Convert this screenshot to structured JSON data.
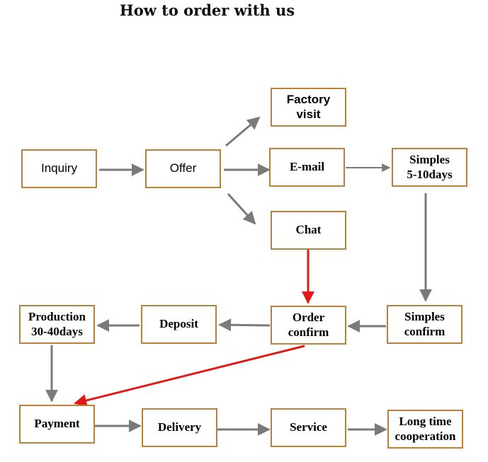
{
  "title": "How to order with us",
  "nodes": {
    "inquiry": "Inquiry",
    "offer": "Offer",
    "factory_visit": "Factory\nvisit",
    "email": "E-mail",
    "simples_days": "Simples\n5-10days",
    "chat": "Chat",
    "order_confirm": "Order\nconfirm",
    "simples_confirm": "Simples\nconfirm",
    "deposit": "Deposit",
    "production": "Production\n30-40days",
    "payment": "Payment",
    "delivery": "Delivery",
    "service": "Service",
    "long_time": "Long time\ncooperation"
  },
  "colors": {
    "box_border": "#b8823a",
    "arrow_gray": "#7a7a7a",
    "arrow_red": "#e01818"
  }
}
